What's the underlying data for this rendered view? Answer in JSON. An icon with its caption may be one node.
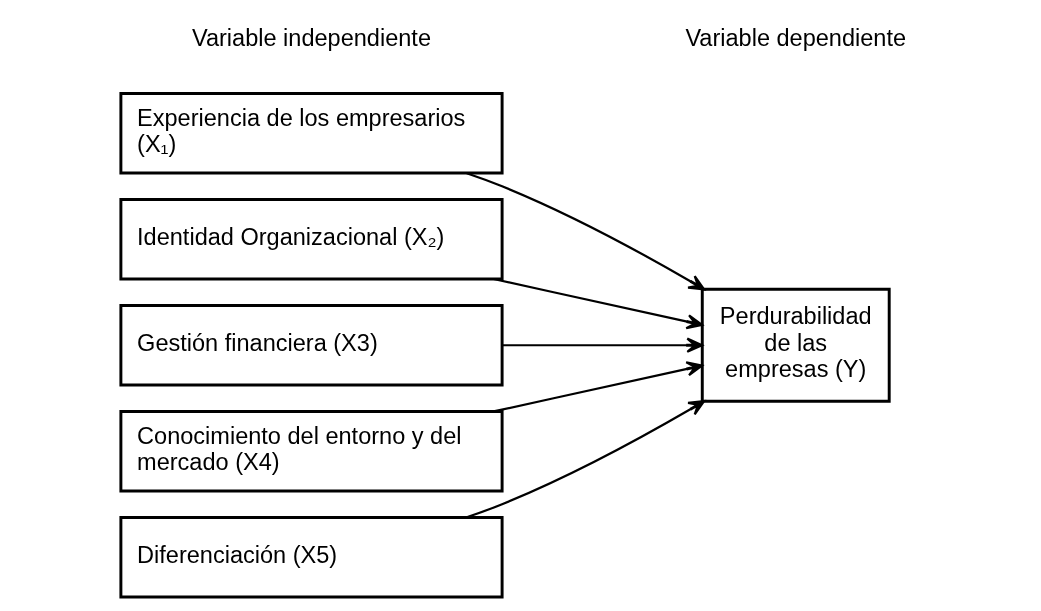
{
  "diagram": {
    "nodes": [
      {
        "text": [
          "Perdurabilidad de las empresas (Y)"
        ]
      },
      {
        "text": [
          "Experiencia de los empresarios (X₁)"
        ]
      },
      {
        "text": [
          "Identidad Organizacional (X₂)"
        ]
      },
      {
        "text": [
          "Gestión financiera (X3)"
        ]
      },
      {
        "text": [
          "Conocimiento del entorno y del mercado (X4)"
        ]
      },
      {
        "text": [
          "Diferenciación (X5)"
        ]
      }
    ],
    "edges": [
      {
        "from": 1,
        "to": 0,
        "arrow": "to"
      },
      {
        "from": 2,
        "to": 0,
        "arrow": "to"
      },
      {
        "from": 3,
        "to": 0,
        "arrow": "to"
      },
      {
        "from": 4,
        "to": 0,
        "arrow": "to"
      },
      {
        "from": 5,
        "to": 0,
        "arrow": "to"
      }
    ],
    "labels": [
      "Variable independiente",
      "Variable dependiente"
    ]
  }
}
